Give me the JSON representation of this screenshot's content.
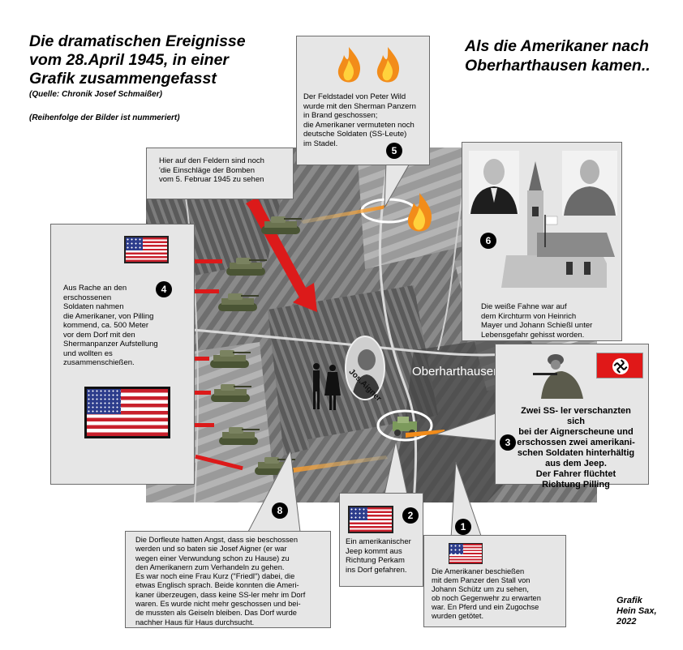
{
  "header": {
    "title_lines": [
      "Die dramatischen Ereignisse",
      "vom 28.April 1945, in einer",
      "Grafik zusammengefasst"
    ],
    "source": "(Quelle: Chronik Josef Schmaißer)",
    "order_note": "(Reihenfolge der Bilder ist nummeriert)",
    "right_title_lines": [
      "Als die Amerikaner nach",
      "Oberharthausen kamen.."
    ]
  },
  "map": {
    "village_label": "Oberharthausen",
    "portrait_label": "Jos.Aigner"
  },
  "boxes": {
    "bombs": {
      "lines": [
        "Hier auf den Feldern sind noch",
        "'die Einschläge der Bomben",
        "vom 5. Februar 1945 zu sehen"
      ]
    },
    "five": {
      "number": "5",
      "lines": [
        "Der Feldstadel von Peter Wild",
        "wurde mit den Sherman Panzern",
        "in Brand geschossen;",
        "die Amerikaner vermuteten noch",
        "deutsche Soldaten (SS-Leute)",
        "im Stadel."
      ]
    },
    "four": {
      "number": "4",
      "lines": [
        "Aus Rache an den",
        "erschossenen",
        "Soldaten nahmen",
        "die Amerikaner, von Pilling",
        "kommend, ca. 500 Meter",
        "vor dem Dorf mit den",
        "Shermanpanzer Aufstellung",
        "und wollten es",
        "zusammenschießen."
      ]
    },
    "six": {
      "number": "6",
      "lines": [
        "Die weiße Fahne war auf",
        "dem Kirchturm von Heinrich",
        "Mayer und Johann Schießl unter",
        "Lebensgefahr gehisst worden."
      ]
    },
    "three": {
      "number": "3",
      "lines": [
        "Zwei  SS- ler verschanzten sich",
        "bei der Aignerscheune und",
        "erschossen zwei amerikani-",
        "schen Soldaten hinterhältig",
        "aus dem Jeep.",
        "Der Fahrer flüchtet",
        "Richtung Pilling"
      ]
    },
    "eight": {
      "number": "8",
      "lines": [
        "Die Dorfleute hatten Angst, dass sie beschossen",
        "werden und so baten sie Josef Aigner (er war",
        "wegen einer Verwundung schon zu Hause) zu",
        "den Amerikanern zum Verhandeln zu gehen.",
        "Es war noch eine Frau Kurz (\"Friedl\") dabei, die",
        "etwas Englisch sprach. Beide konnten die Ameri-",
        "kaner überzeugen, dass keine SS-ler mehr im Dorf",
        "waren. Es wurde nicht mehr geschossen und bei-",
        "de mussten als Geiseln bleiben. Das Dorf wurde",
        "nachher Haus für Haus durchsucht."
      ]
    },
    "two": {
      "number": "2",
      "lines": [
        "Ein amerikanischer",
        "Jeep kommt aus",
        "Richtung Perkam",
        "ins Dorf gefahren."
      ]
    },
    "one": {
      "number": "1",
      "lines": [
        "Die Amerikaner beschießen",
        "mit dem Panzer den Stall von",
        "Johann Schütz um zu sehen,",
        "ob noch Gegenwehr zu erwarten",
        "war. En Pferd und ein Zugochse",
        "wurden getötet."
      ]
    }
  },
  "credit": {
    "lines": [
      "Grafik",
      "Hein Sax,",
      "2022"
    ]
  },
  "colors": {
    "arrow_red": "#dc1a1a",
    "box_fill": "#e6e6e6",
    "fire_orange": "#f28c1a"
  },
  "icons": [
    "fire-icon",
    "tank-icon",
    "us-flag-icon",
    "swastika-flag-icon",
    "church-icon",
    "jeep-icon"
  ]
}
